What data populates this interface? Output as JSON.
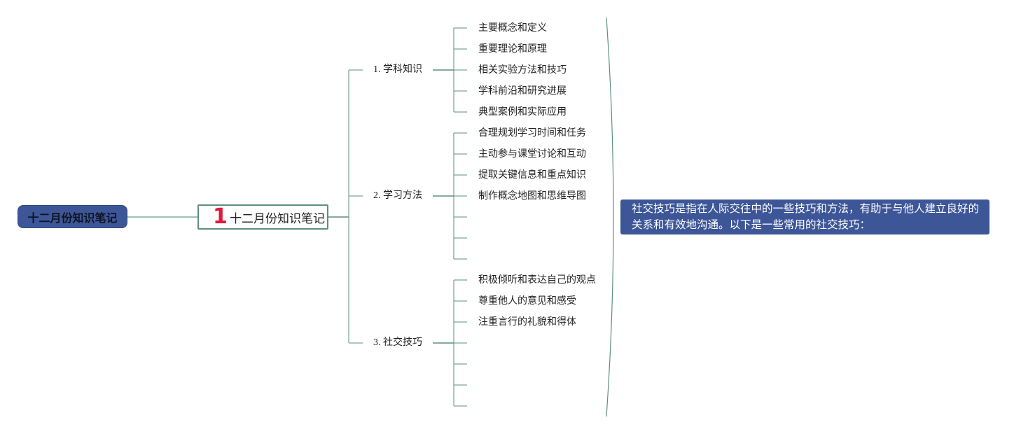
{
  "root": {
    "title": "十二月份知识笔记"
  },
  "main": {
    "marker": "1",
    "title": "十二月份知识笔记"
  },
  "branches": [
    {
      "label": "1. 学科知识",
      "leaves": [
        "主要概念和定义",
        "重要理论和原理",
        "相关实验方法和技巧",
        "学科前沿和研究进展",
        "典型案例和实际应用"
      ]
    },
    {
      "label": "2. 学习方法",
      "leaves": [
        "合理规划学习时间和任务",
        "主动参与课堂讨论和互动",
        "提取关键信息和重点知识",
        "制作概念地图和思维导图",
        "",
        "",
        ""
      ]
    },
    {
      "label": "3. 社交技巧",
      "leaves": [
        "积极倾听和表达自己的观点",
        "尊重他人的意见和感受",
        "注重言行的礼貌和得体",
        "",
        "",
        "",
        ""
      ]
    }
  ],
  "summary": {
    "text": "社交技巧是指在人际交往中的一些技巧和方法，有助于与他人建立良好的关系和有效地沟通。以下是一些常用的社交技巧："
  },
  "colors": {
    "accent": "#3d5697",
    "line": "#5d8f80",
    "marker": "#e0193a"
  }
}
